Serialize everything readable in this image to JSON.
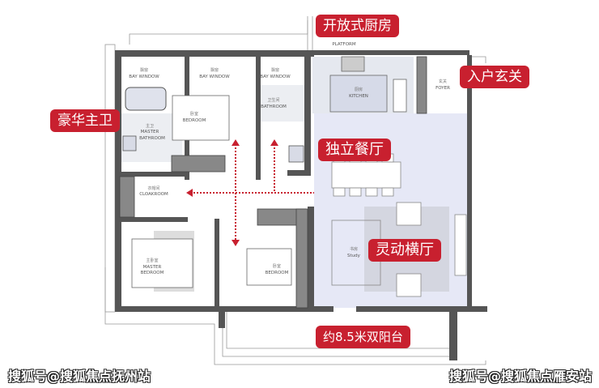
{
  "callouts": {
    "open_kitchen": "开放式厨房",
    "entry_foyer": "入户玄关",
    "luxury_master_bath": "豪华主卫",
    "dining": "独立餐厅",
    "living": "灵动横厅",
    "balcony": "约8.5米双阳台"
  },
  "rooms": {
    "bay1_cn": "飘窗",
    "bay1_en": "BAY WINDOW",
    "bay2_cn": "飘窗",
    "bay2_en": "BAY WINDOW",
    "bay3_cn": "飘窗",
    "bay3_en": "BAY WINDOW",
    "bed1_cn": "卧室",
    "bed1_en": "BEDROOM",
    "bed2_cn": "卧室",
    "bed2_en": "BEDROOM",
    "mbath_cn": "主卫",
    "mbath_en1": "MASTER",
    "mbath_en2": "BATHROOM",
    "bath_cn": "卫生间",
    "bath_en": "BATHROOM",
    "cloak_cn": "衣帽间",
    "cloak_en": "CLOAKROOM",
    "mbed_cn": "主卧室",
    "mbed_en1": "MASTER",
    "mbed_en2": "BEDROOM",
    "kitchen_cn": "厨房",
    "kitchen_en": "KITCHEN",
    "foyer_cn": "玄关",
    "foyer_en": "FOYER",
    "platform_en": "PLATFORM",
    "study_cn": "书房",
    "study_en": "Study"
  },
  "watermarks": {
    "left": "搜狐号@搜狐焦点抚州站",
    "right": "搜狐号@搜狐焦点雁安站"
  },
  "colors": {
    "accent": "#c8202f",
    "wall": "#555555",
    "highlight": "#e6e8f6"
  }
}
